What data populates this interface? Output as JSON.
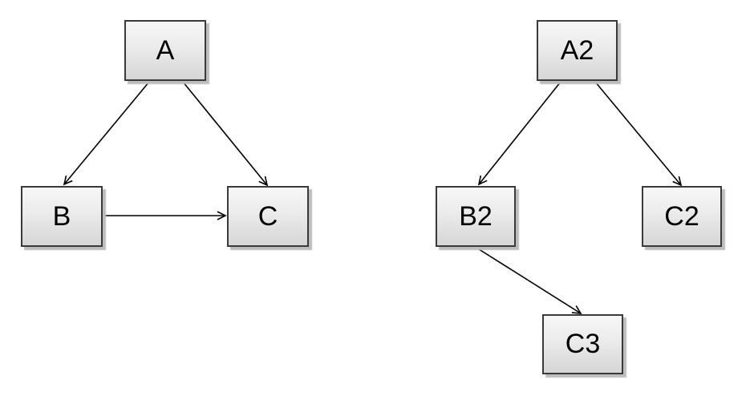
{
  "diagram": {
    "background_color": "#ffffff",
    "node_border_color": "#3a3a3a",
    "node_fill_top": "#f7f7f7",
    "node_fill_bottom": "#d6d6d6",
    "node_shadow_color": "#bdbdbd",
    "edge_color": "#000000",
    "nodes": [
      {
        "id": "A",
        "label": "A"
      },
      {
        "id": "B",
        "label": "B"
      },
      {
        "id": "C",
        "label": "C"
      },
      {
        "id": "A2",
        "label": "A2"
      },
      {
        "id": "B2",
        "label": "B2"
      },
      {
        "id": "C2",
        "label": "C2"
      },
      {
        "id": "C3",
        "label": "C3"
      }
    ],
    "edges": [
      {
        "from": "A",
        "to": "B"
      },
      {
        "from": "A",
        "to": "C"
      },
      {
        "from": "B",
        "to": "C"
      },
      {
        "from": "A2",
        "to": "B2"
      },
      {
        "from": "A2",
        "to": "C2"
      },
      {
        "from": "B2",
        "to": "C3"
      }
    ]
  }
}
